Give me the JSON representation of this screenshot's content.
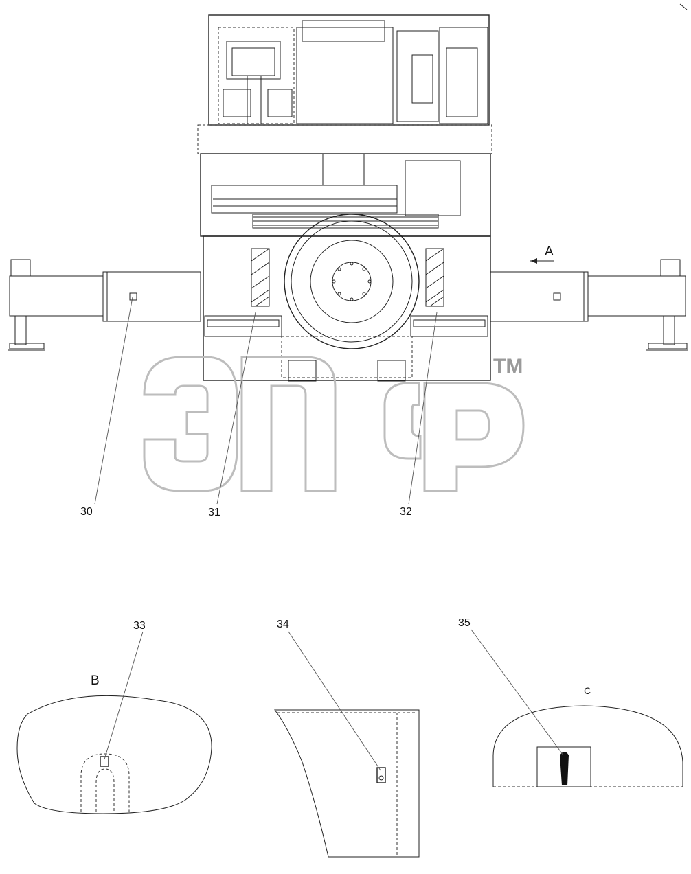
{
  "callouts": {
    "c30": "30",
    "c31": "31",
    "c32": "32",
    "c33": "33",
    "c34": "34",
    "c35": "35"
  },
  "views": {
    "a": "A",
    "b": "B",
    "c": "C"
  },
  "watermark": {
    "trademark": "TM",
    "color": "#bdbdbd"
  },
  "colors": {
    "line": "#222222",
    "background": "#ffffff"
  }
}
